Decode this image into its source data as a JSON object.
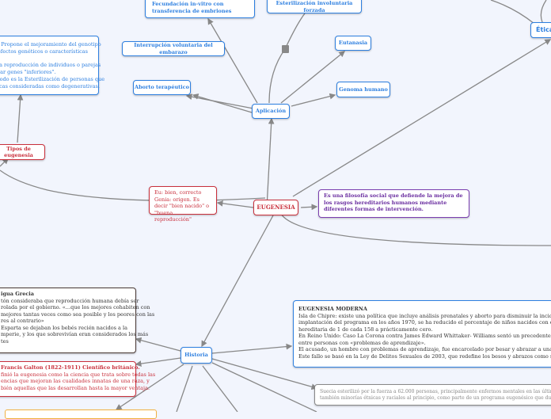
{
  "nodes": {
    "central": "EUGENESIA",
    "definition": "Es una filosofía social que defiende la mejora de los rasgos hereditarios humanos mediante diferentes formas de intervención.",
    "etymology": "Eu: bien, correcto Genia: origen. Es decir \"bien nacido\" o \"buena reproducción\"",
    "aplicacion": "Aplicación",
    "fecundacion": "Fecundación in-vitro con transferencia de embriones",
    "esterilizacion": "Esterilización involuntaria forzada",
    "interrupcion": "Interrupción voluntaria del embarazo",
    "aborto": "Aborto terapéutico",
    "eutanasia": "Eutanasia",
    "genoma": "Genoma humano",
    "etica": "Ética",
    "tipos": "Tipos de eugenesia",
    "historia": "Historia"
  },
  "tipos_detail": [
    ": Propone el mejoramiento del genotipo",
    "efectos genéticos o características",
    "",
    "la reproducción de individuos o parejas",
    "rar genes \"inferiores\".",
    "todo es la Esterilización de personas que",
    "icas consideradas como degenerativas."
  ],
  "grecia": [
    "igua Grecia",
    "tón consideraba que reproducción humana debía ser",
    "rolada por el gobierno. «…que los mejores cohabiten con",
    "mejores tantas veces como sea posible y los peores con las",
    "res al contrario»",
    "Esparta se dejaban los bebés recién nacidos a la",
    "mperie, y los que sobrevivían eran considerados los más",
    "tes"
  ],
  "galton": [
    "Francis Galton (1822-1911) Científico británico.",
    "finió la eugenesia como la ciencia que trata sobre todas las",
    "encias que mejoran las cualidades innatas de una raza, y",
    "bién aquellas que las desarrollan hasta la mayor ventaja."
  ],
  "moderna": [
    "EUGENESIA MODERNA",
    "Isla de Chipre: existe una política que incluye análisis prenatales y aborto para disminuir la incidencia de la talasemia",
    "implantación del programa en los años 1970, se ha reducido el porcentaje de niños nacidos con esta enfermedad a",
    "hereditaria de 1 de cada 158 a prácticamente cero.",
    "En Reino Unido: Caso La Corona contra James Edward Whittaker- Williams sentó un precedente al prohibir el co",
    "entre personas con «problemas de aprendizaje».",
    "El acusado, un hombre con problemas de aprendizaje, fue encarcelado por besar y abrazar a una mujer de la mism",
    "Este fallo se basó en la Ley de Delitos Sexuales de 2003, que redefine los besos y abrazos como sexuales."
  ],
  "suecia": [
    "Suecia esterilizó por la fuerza a 62.000 personas, principalmente enfermos mentales en las últimas déca",
    "también minorías étnicas y raciales al principio, como parte de un programa eugenésico que duró 40 año"
  ]
}
